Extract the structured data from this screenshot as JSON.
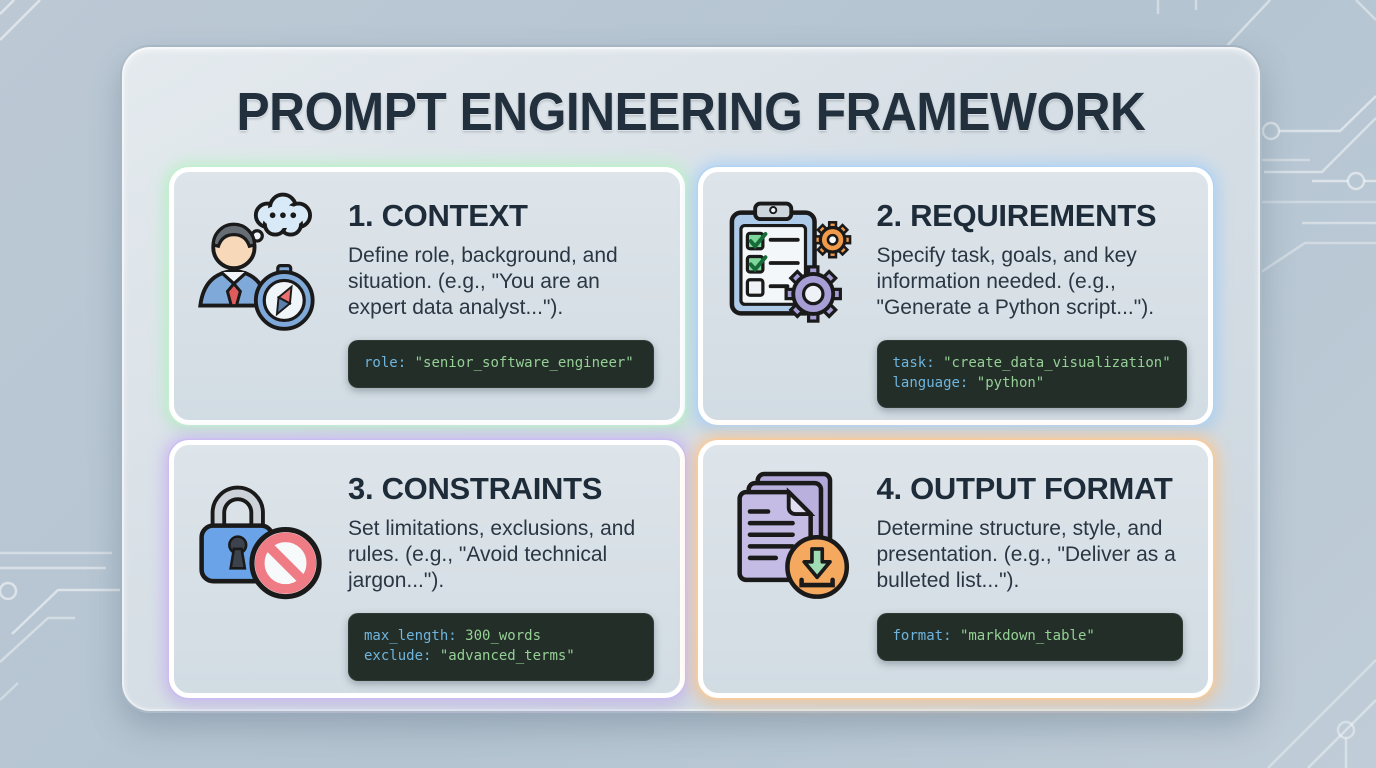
{
  "page": {
    "title": "PROMPT ENGINEERING FRAMEWORK",
    "background_color": "#b9c7d3",
    "card_background": "#d9e1e8",
    "title_color": "#22303e"
  },
  "code_style": {
    "background": "#232e29",
    "key_color": "#6fb5dd",
    "value_color": "#95d095"
  },
  "cards": [
    {
      "id": "context",
      "title": "1. CONTEXT",
      "description": "Define role, background, and situation. (e.g., \"You are an expert data analyst...\").",
      "icon": "person-thinking-compass-icon",
      "accent_color": "#c2f0cf",
      "code": [
        {
          "key": "role:",
          "value": "\"senior_software_engineer\""
        }
      ]
    },
    {
      "id": "requirements",
      "title": "2. REQUIREMENTS",
      "description": "Specify task, goals, and key information needed. (e.g., \"Generate a Python script...\").",
      "icon": "clipboard-checklist-gears-icon",
      "accent_color": "#b2d4f4",
      "code": [
        {
          "key": "task:",
          "value": "\"create_data_visualization\""
        },
        {
          "key": "language:",
          "value": "\"python\""
        }
      ]
    },
    {
      "id": "constraints",
      "title": "3. CONSTRAINTS",
      "description": "Set limitations, exclusions, and rules. (e.g., \"Avoid technical jargon...\").",
      "icon": "padlock-ban-icon",
      "accent_color": "#ccbdf1",
      "code": [
        {
          "key": "max_length:",
          "value": "300_words"
        },
        {
          "key": "exclude:",
          "value": "\"advanced_terms\""
        }
      ]
    },
    {
      "id": "output_format",
      "title": "4. OUTPUT FORMAT",
      "description": "Determine structure, style, and presentation. (e.g., \"Deliver as a bulleted list...\").",
      "icon": "documents-download-icon",
      "accent_color": "#f8cb9d",
      "code": [
        {
          "key": "format:",
          "value": "\"markdown_table\""
        }
      ]
    }
  ]
}
